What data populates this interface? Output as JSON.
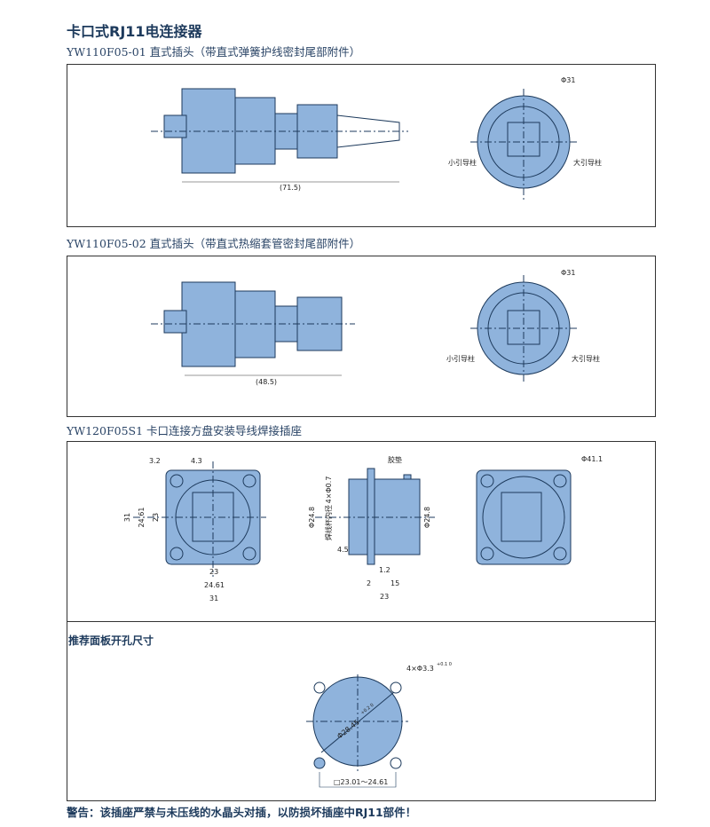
{
  "title": "卡口式RJ11电连接器",
  "sections": [
    {
      "heading": "YW110F05-01 直式插头（带直式弹簧护线密封尾部附件）",
      "length_dim": "(71.5)",
      "diameter": "Φ31",
      "small_pin": "小引导柱",
      "large_pin": "大引导柱"
    },
    {
      "heading": "YW110F05-02 直式插头（带直式热缩套管密封尾部附件）",
      "length_dim": "(48.5)",
      "diameter": "Φ31",
      "small_pin": "小引导柱",
      "large_pin": "大引导柱"
    },
    {
      "heading": "YW120F05S1 卡口连接方盘安装导线焊接插座",
      "front": {
        "d1": "3.2",
        "d2": "4.3",
        "h31": "31",
        "h2461": "24.61",
        "h23": "23",
        "w23": "23",
        "w2461": "24.61",
        "w31": "31"
      },
      "side": {
        "gasket": "胶垫",
        "dia_left": "Φ24.8",
        "dia_right": "Φ24.8",
        "solder": "4×Φ0.7",
        "solder_label": "焊线杯内径",
        "d45": "4.5",
        "d12": "1.2",
        "d2": "2",
        "d15": "15",
        "d23": "23"
      },
      "rear": {
        "diameter": "Φ41.1"
      }
    }
  ],
  "cutout": {
    "heading": "推荐面板开孔尺寸",
    "holes": "4×Φ3.3",
    "holes_tol": "+0.1 0",
    "circle": "Φ28.45",
    "circle_tol": "+0.2 0",
    "square": "□23.01～24.61"
  },
  "warning": "警告：该插座严禁与未压线的水晶头对插，以防损坏插座中RJ11部件！",
  "colors": {
    "part": "#8fb3dc",
    "line": "#1d3a5c"
  }
}
